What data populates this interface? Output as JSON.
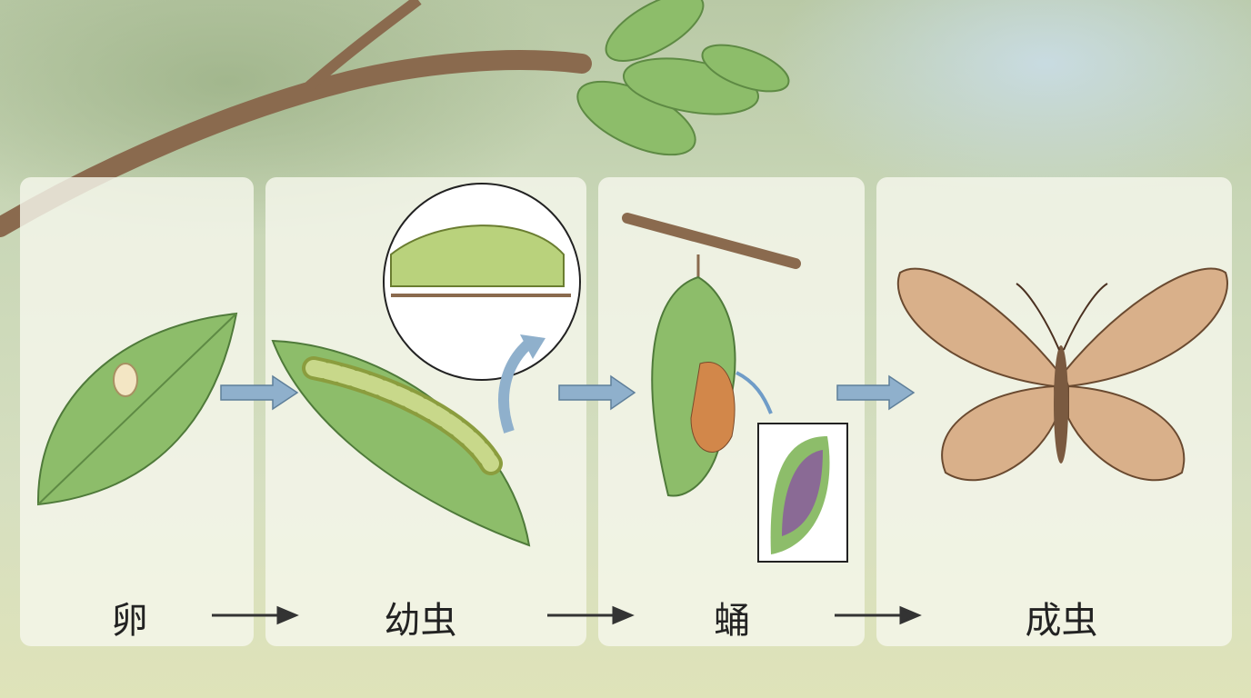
{
  "title": "蝴蝶的生命周期",
  "stages": [
    {
      "label": "卵"
    },
    {
      "label": "幼虫"
    },
    {
      "label": "蛹"
    },
    {
      "label": "成虫"
    }
  ],
  "colors": {
    "arrow_blue": "#8fb0cc",
    "leaf": "#7fae5c",
    "wing": "#d9b08a",
    "panel": "#f5f6ec"
  }
}
